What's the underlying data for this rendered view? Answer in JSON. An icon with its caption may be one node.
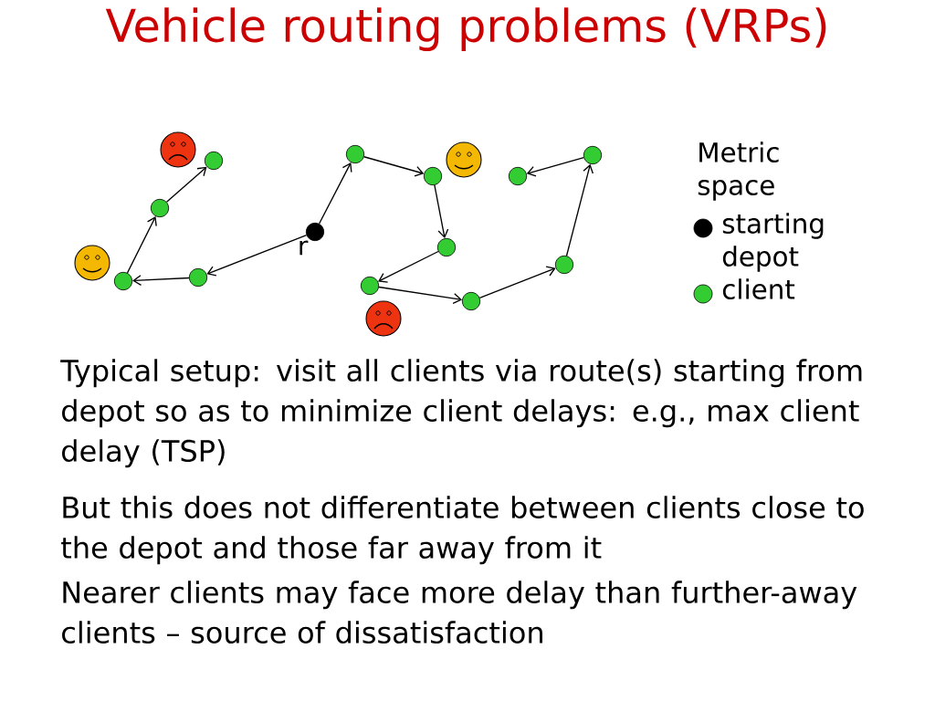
{
  "diagram": {
    "title": "Vehicle routing problems (VRPs)",
    "nodes": [
      {
        "text": [],
        "shape": "circle",
        "beside": [
          "r"
        ]
      },
      {
        "text": [],
        "shape": "circle"
      },
      {
        "text": [],
        "shape": "circle"
      },
      {
        "text": [],
        "shape": "circle"
      },
      {
        "text": [],
        "shape": "circle"
      },
      {
        "text": [],
        "shape": "circle"
      },
      {
        "text": [],
        "shape": "circle"
      },
      {
        "text": [],
        "shape": "circle"
      },
      {
        "text": [],
        "shape": "circle"
      },
      {
        "text": [],
        "shape": "circle"
      },
      {
        "text": [],
        "shape": "circle"
      },
      {
        "text": [],
        "shape": "circle"
      },
      {
        "text": [],
        "shape": "circle"
      }
    ],
    "edges": [
      {
        "from": 0,
        "to": 1,
        "arrow": "to"
      },
      {
        "from": 1,
        "to": 2,
        "arrow": "to"
      },
      {
        "from": 2,
        "to": 3,
        "arrow": "to"
      },
      {
        "from": 3,
        "to": 4,
        "arrow": "to"
      },
      {
        "from": 0,
        "to": 5,
        "arrow": "to"
      },
      {
        "from": 5,
        "to": 6,
        "arrow": "to"
      },
      {
        "from": 6,
        "to": 7,
        "arrow": "to"
      },
      {
        "from": 7,
        "to": 8,
        "arrow": "to"
      },
      {
        "from": 8,
        "to": 9,
        "arrow": "to"
      },
      {
        "from": 9,
        "to": 10,
        "arrow": "to"
      },
      {
        "from": 10,
        "to": 11,
        "arrow": "to"
      },
      {
        "from": 11,
        "to": 12,
        "arrow": "to"
      }
    ],
    "labels": [
      "Metric space",
      "Typical setup: visit all clients via route(s) starting from depot so as to minimize client delays: e.g., max client delay (TSP)",
      "But this does not differentiate between clients close to the depot and those far away from it",
      "Nearer clients may face more delay than further-away clients – source of dissatisfaction"
    ],
    "legend": [
      {
        "text": "starting depot",
        "color": "#000000"
      },
      {
        "text": "client",
        "color": "#33cc33"
      }
    ]
  }
}
